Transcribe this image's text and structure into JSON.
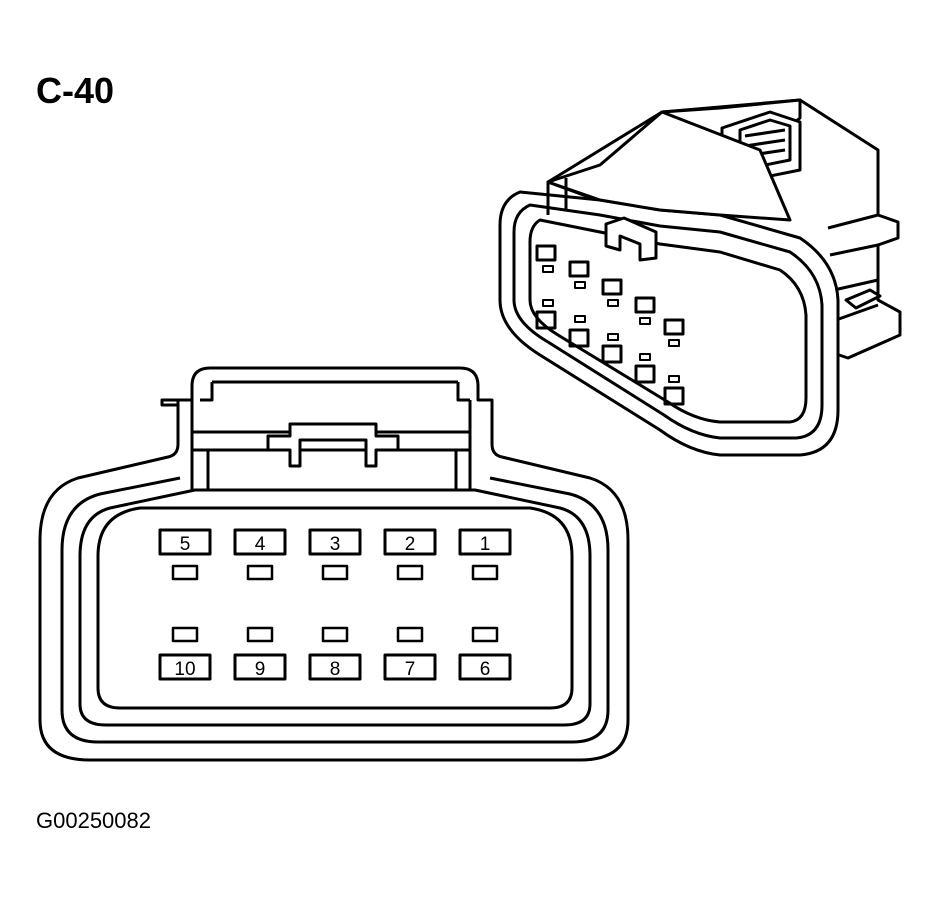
{
  "title": "C-40",
  "figure_id": "G00250082",
  "colors": {
    "line": "#000000",
    "background": "#ffffff"
  },
  "pins": {
    "top_row": [
      "5",
      "4",
      "3",
      "2",
      "1"
    ],
    "bottom_row": [
      "10",
      "9",
      "8",
      "7",
      "6"
    ]
  }
}
